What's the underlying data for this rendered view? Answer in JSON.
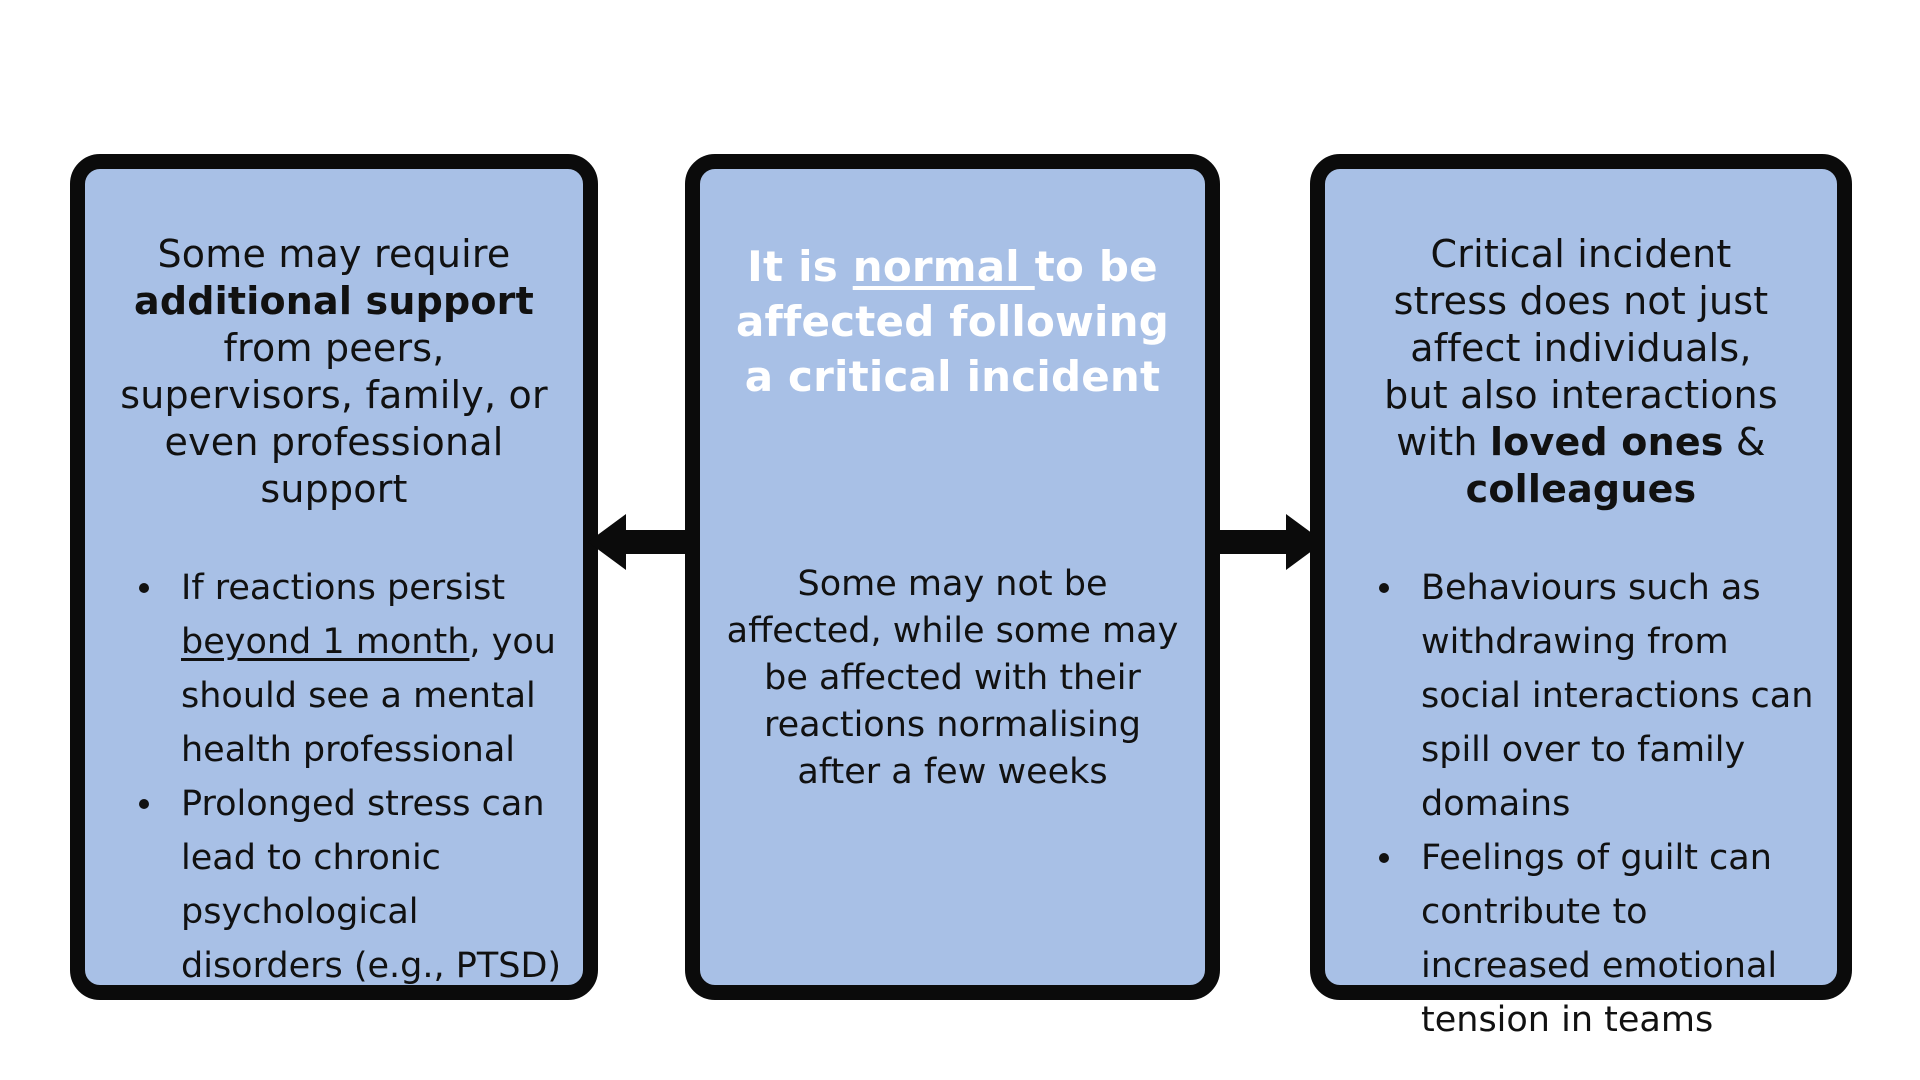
{
  "left_panel": {
    "heading": {
      "line1": "Some may require",
      "bold": "additional support",
      "line3": "from peers,",
      "line4": "supervisors, family, or",
      "line5": "even professional",
      "line6": "support"
    },
    "bullets": [
      {
        "before": "If reactions persist ",
        "underlined": "beyond 1 month",
        "after": ", you should see a mental health professional"
      },
      {
        "text": "Prolonged stress can lead to chronic psychological disorders (e.g., PTSD)"
      }
    ]
  },
  "center_panel": {
    "heading": {
      "part1": "It is ",
      "underlined": "normal ",
      "part2": "to be",
      "line2": "affected following",
      "line3": "a critical incident"
    },
    "body": "Some may not be affected, while some may be affected with their reactions normalising after a few weeks"
  },
  "right_panel": {
    "heading": {
      "line1": "Critical incident",
      "line2": "stress does not just",
      "line3": "affect individuals,",
      "line4": "but also interactions",
      "with": "with ",
      "bold1": "loved ones",
      "amp": " &",
      "bold2": "colleagues"
    },
    "bullets": [
      {
        "text": "Behaviours such as withdrawing from social interactions can spill over to family domains"
      },
      {
        "text": "Feelings of guilt can contribute to increased emotional tension in teams"
      }
    ]
  },
  "colors": {
    "panel_fill": "#a8c0e6",
    "panel_border": "#0b0b0b",
    "center_heading_text": "#ffffff"
  },
  "icons": [
    "arrow-left-icon",
    "arrow-right-icon"
  ]
}
